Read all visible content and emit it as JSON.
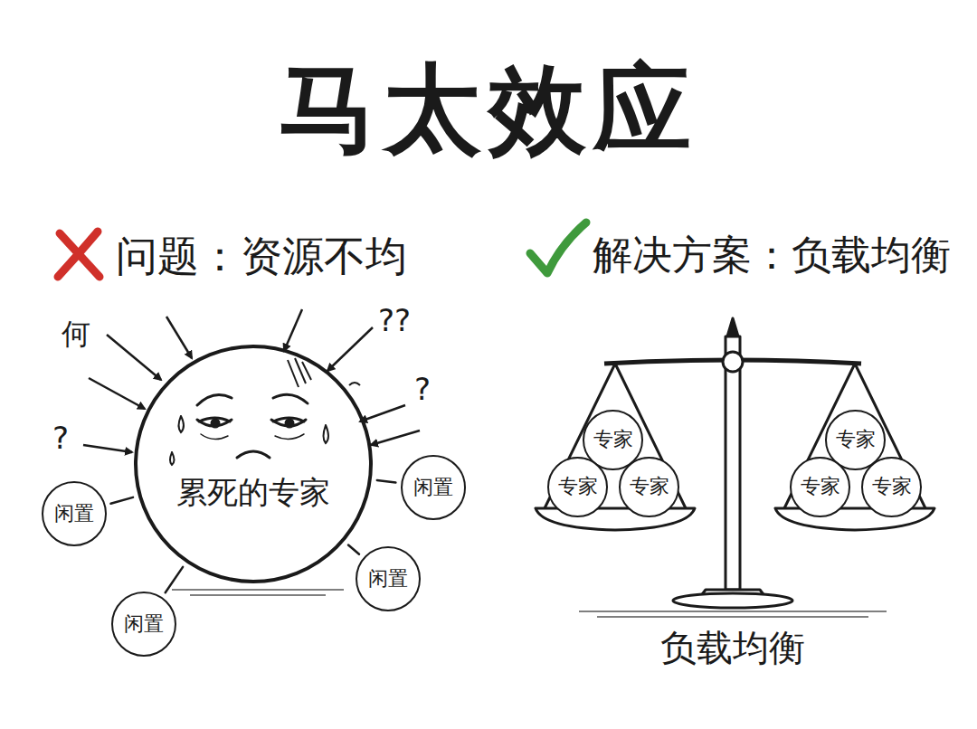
{
  "diagram": {
    "title": "马太效应",
    "nodes": [
      {
        "text": [
          "累死的专家"
        ]
      },
      {
        "text": [
          "闲置"
        ]
      },
      {
        "text": [
          "闲置"
        ]
      },
      {
        "text": [
          "闲置"
        ]
      },
      {
        "text": [
          "闲置"
        ]
      },
      {
        "text": [
          "专家"
        ]
      },
      {
        "text": [
          "专家"
        ]
      },
      {
        "text": [
          "专家"
        ]
      },
      {
        "text": [
          "专家"
        ]
      },
      {
        "text": [
          "专家"
        ]
      },
      {
        "text": [
          "专家"
        ]
      }
    ],
    "edges": [
      {
        "from": 0,
        "to": 1,
        "arrow": "none"
      },
      {
        "from": 0,
        "to": 2,
        "arrow": "none"
      },
      {
        "from": 0,
        "to": 3,
        "arrow": "none"
      },
      {
        "from": 0,
        "to": 4,
        "arrow": "none"
      }
    ],
    "labels": [
      "问题：资源不均",
      "解决方案：负载均衡",
      "何",
      "??",
      "?",
      "?",
      "负载均衡"
    ]
  }
}
